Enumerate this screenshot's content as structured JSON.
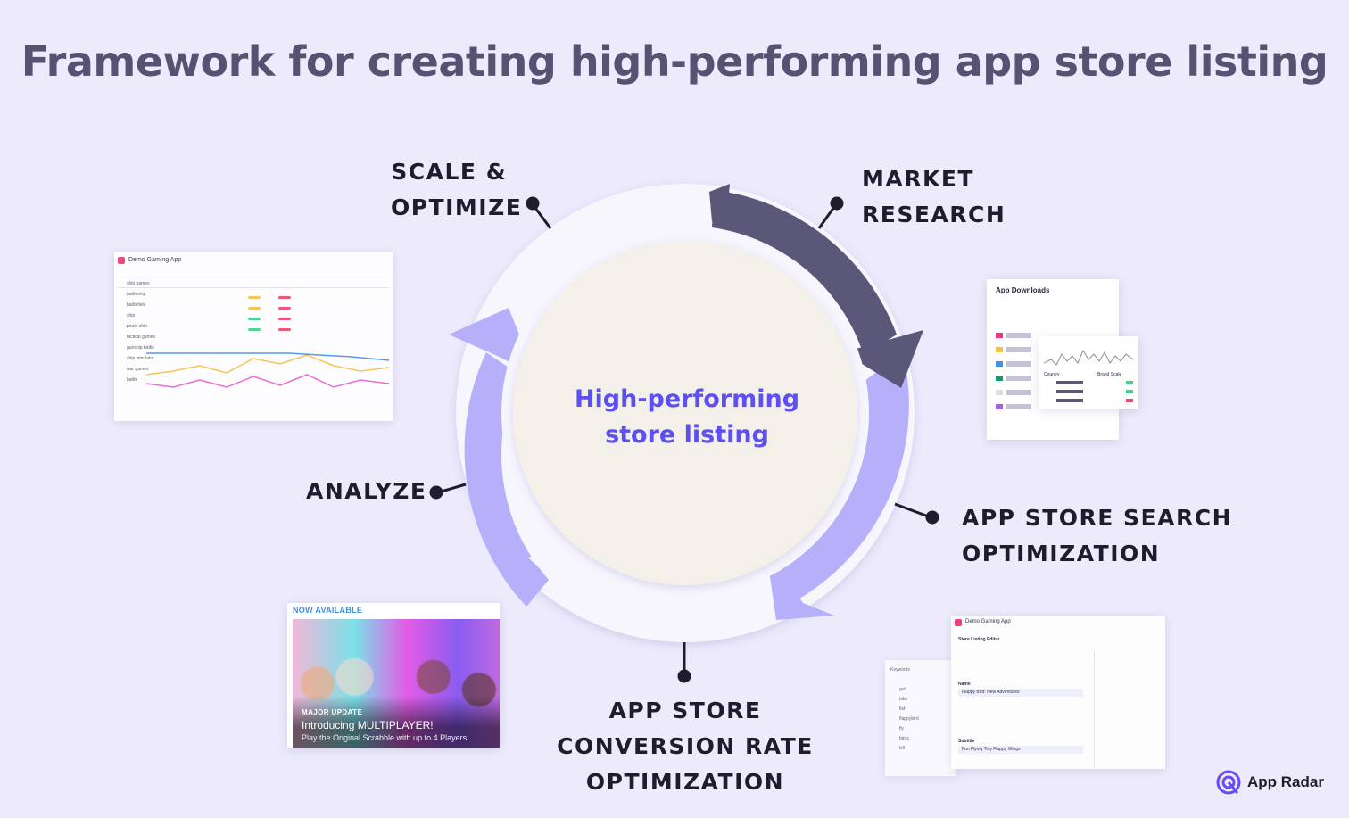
{
  "title": "Framework for creating high-performing app store listing",
  "center": {
    "line1": "High-performing",
    "line2": "store listing"
  },
  "stages": {
    "market_research": {
      "line1": "MARKET",
      "line2": "RESEARCH"
    },
    "aso": {
      "line1": "APP STORE SEARCH",
      "line2": "OPTIMIZATION"
    },
    "cro": {
      "line1": "APP STORE",
      "line2": "CONVERSION RATE",
      "line3": "OPTIMIZATION"
    },
    "analyze": {
      "line1": "ANALYZE"
    },
    "scale": {
      "line1": "SCALE &",
      "line2": "OPTIMIZE"
    }
  },
  "colors": {
    "background": "#eceafb",
    "title": "#565272",
    "arrow_dark": "#5a5778",
    "arrow_light": "#b6b0fb",
    "arrow_white": "#f7f6fd",
    "center_fill": "#f3efe9",
    "center_text": "#5d4ff0"
  },
  "screenshots": {
    "gaming_table": {
      "app_name": "Demo Gaming App",
      "keywords": [
        "ship games",
        "battleship",
        "battlefield",
        "ship",
        "pirate ship",
        "tactical games",
        "gunship battle",
        "ship simulator",
        "war games",
        "battle"
      ]
    },
    "downloads": {
      "title": "App Downloads",
      "country_label": "Country",
      "brand_label": "Brand Scale"
    },
    "promo": {
      "badge": "NOW AVAILABLE",
      "caption_kicker": "MAJOR UPDATE",
      "caption_title": "Introducing MULTIPLAYER!",
      "caption_sub": "Play the Original Scrabble with up to 4 Players"
    },
    "listing_editor": {
      "app_name": "Demo Gaming App",
      "editor_title": "Store Listing Editor",
      "keywords_label": "Keywords",
      "name_label": "Name",
      "name_value": "Flappy Bird: New Adventures",
      "subtitle_label": "Subtitle",
      "subtitle_value": "Fun Flying Tiny Flappy Wings",
      "keywords": [
        "golf",
        "bike",
        "fish",
        "flappybird",
        "fly",
        "birds",
        "kill"
      ]
    }
  },
  "brand": {
    "name": "App Radar"
  }
}
